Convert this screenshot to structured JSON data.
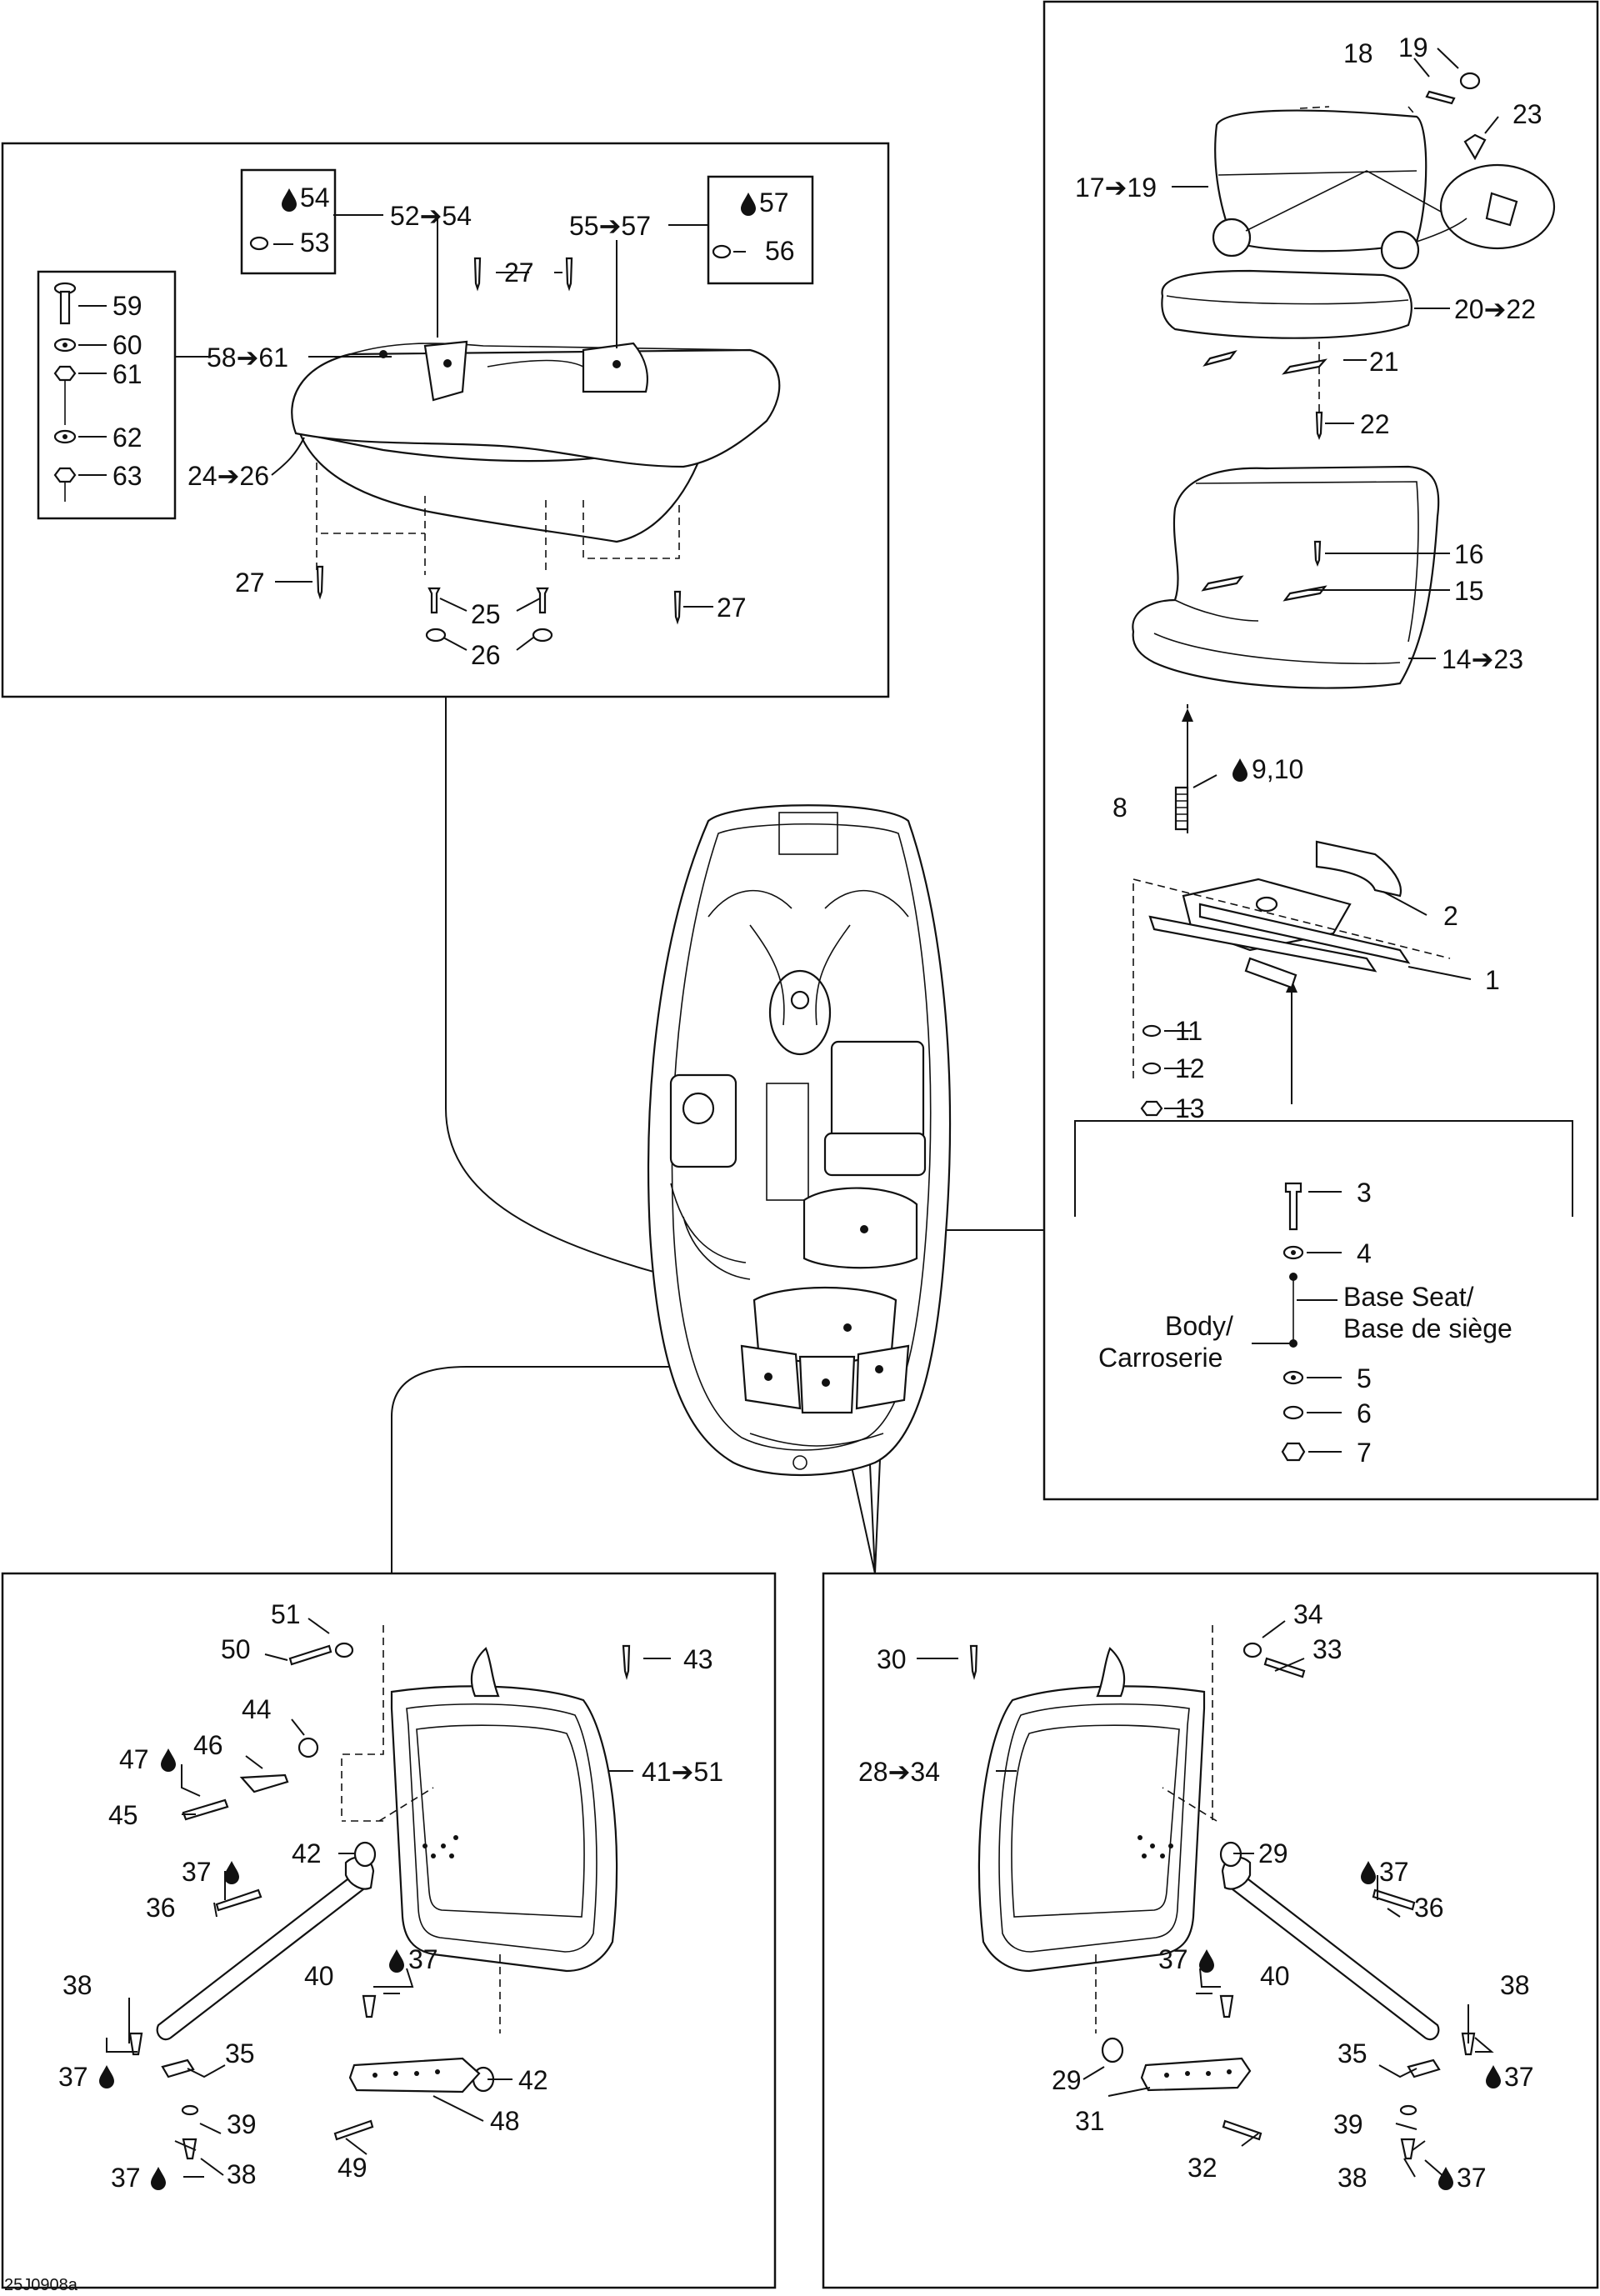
{
  "reference_code": "25J0908a",
  "boxes": {
    "top_left": {
      "callouts": {
        "c54": "54",
        "c53": "53",
        "r52_54": "52➔54",
        "c27a": "27",
        "r55_57": "55➔57",
        "c57": "57",
        "c56": "56",
        "c59": "59",
        "c60": "60",
        "c61": "61",
        "r58_61": "58➔61",
        "c62": "62",
        "c63": "63",
        "r24_26": "24➔26",
        "c27b": "27",
        "c25": "25",
        "c26": "26",
        "c27c": "27"
      }
    },
    "right": {
      "callouts": {
        "c18": "18",
        "c19": "19",
        "c23": "23",
        "r17_19": "17➔19",
        "r20_22": "20➔22",
        "c21": "21",
        "c22": "22",
        "c16": "16",
        "c15": "15",
        "r14_23": "14➔23",
        "c9_10": "9,10",
        "c8": "8",
        "c2": "2",
        "c1": "1",
        "c11": "11",
        "c12": "12",
        "c13": "13",
        "c3": "3",
        "c4": "4",
        "c5": "5",
        "c6": "6",
        "c7": "7"
      },
      "base_seat": "Base Seat/",
      "base_de_siege": "Base de siège",
      "body": "Body/",
      "carroserie": "Carroserie"
    },
    "bottom_left": {
      "callouts": {
        "c51": "51",
        "c50": "50",
        "c43": "43",
        "c44": "44",
        "c46": "46",
        "c47": "47",
        "c45": "45",
        "r41_51": "41➔51",
        "c42a": "42",
        "c37a": "37",
        "c36": "36",
        "c40": "40",
        "c37b": "37",
        "c38a": "38",
        "c37c": "37",
        "c35": "35",
        "c42b": "42",
        "c48": "48",
        "c39": "39",
        "c49": "49",
        "c37d": "37",
        "c38b": "38"
      }
    },
    "bottom_right": {
      "callouts": {
        "c34": "34",
        "c33": "33",
        "c30": "30",
        "r28_34": "28➔34",
        "c29a": "29",
        "c37a": "37",
        "c36": "36",
        "c37b": "37",
        "c40": "40",
        "c38a": "38",
        "c35": "35",
        "c37c": "37",
        "c29b": "29",
        "c31": "31",
        "c39": "39",
        "c32": "32",
        "c38b": "38",
        "c37d": "37"
      }
    }
  },
  "icons": {
    "drop": "sealant-drop-icon",
    "arrow": "arrow-right-icon"
  }
}
